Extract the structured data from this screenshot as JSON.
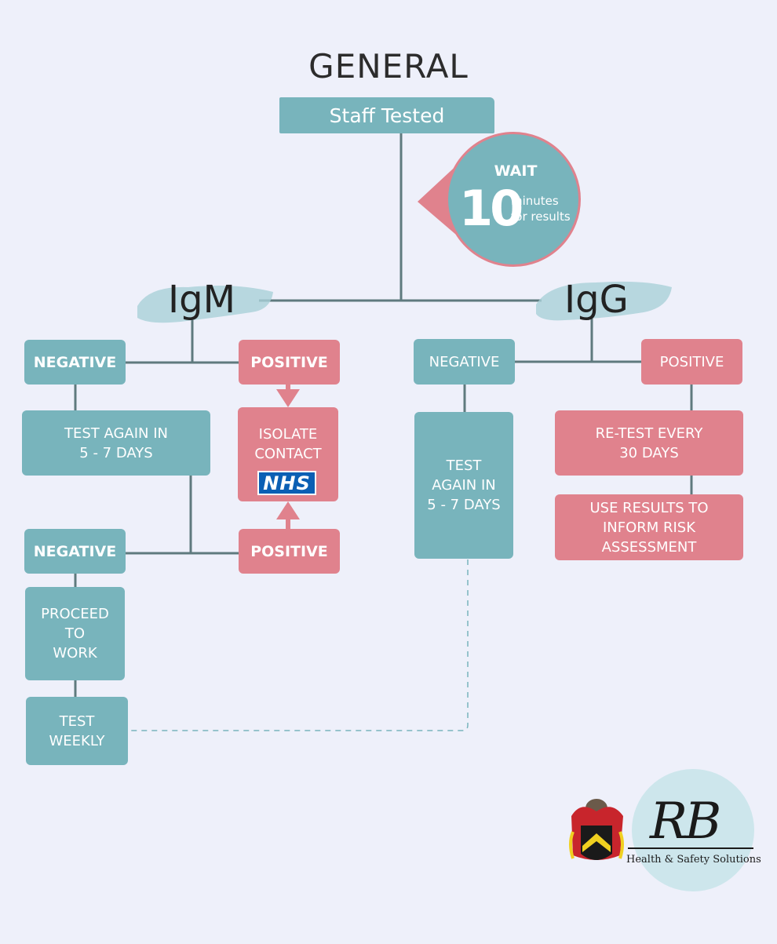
{
  "title": "GENERAL",
  "start": "Staff Tested",
  "wait": {
    "label": "WAIT",
    "number": "10",
    "unit": "minutes",
    "suffix": "for results"
  },
  "branches": {
    "igm": "IgM",
    "igg": "IgG"
  },
  "igm": {
    "negative_1": "NEGATIVE",
    "positive_1": "POSITIVE",
    "test_again": "TEST AGAIN IN\n5 - 7 DAYS",
    "isolate": "ISOLATE\nCONTACT",
    "nhs": "NHS",
    "negative_2": "NEGATIVE",
    "positive_2": "POSITIVE",
    "proceed": "PROCEED\nTO\nWORK",
    "test_weekly": "TEST\nWEEKLY"
  },
  "igg": {
    "negative": "NEGATIVE",
    "positive": "POSITIVE",
    "test_again": "TEST\nAGAIN IN\n5 - 7 DAYS",
    "retest": "RE-TEST EVERY\n30 DAYS",
    "use_results": "USE RESULTS TO\nINFORM RISK\nASSESSMENT"
  },
  "brand": {
    "monogram": "RB",
    "subtitle": "Health & Safety Solutions"
  },
  "colors": {
    "teal": "#78b4bc",
    "pink": "#e0828d",
    "background": "#eef0fa",
    "line": "#5f7a7e",
    "nhs_blue": "#0b5fb4"
  }
}
